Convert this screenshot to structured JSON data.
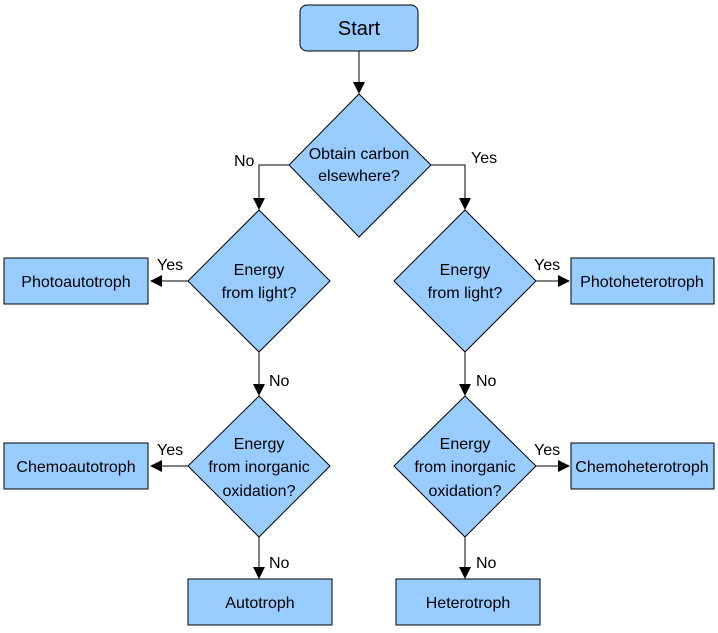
{
  "colors": {
    "node_fill": "#99ccff",
    "stroke": "#000000",
    "background": "#ffffff"
  },
  "nodes": {
    "start": "Start",
    "q_carbon": [
      "Obtain carbon",
      "elsewhere?"
    ],
    "q_light_left": [
      "Energy",
      "from light?"
    ],
    "q_light_right": [
      "Energy",
      "from light?"
    ],
    "q_inorganic_left": [
      "Energy",
      "from inorganic",
      "oxidation?"
    ],
    "q_inorganic_right": [
      "Energy",
      "from inorganic",
      "oxidation?"
    ],
    "photoautotroph": "Photoautotroph",
    "photoheterotroph": "Photoheterotroph",
    "chemoautotroph": "Chemoautotroph",
    "chemoheterotroph": "Chemoheterotroph",
    "autotroph": "Autotroph",
    "heterotroph": "Heterotroph"
  },
  "edges": {
    "carbon_no": "No",
    "carbon_yes": "Yes",
    "light_left_yes": "Yes",
    "light_left_no": "No",
    "light_right_yes": "Yes",
    "light_right_no": "No",
    "inorganic_left_yes": "Yes",
    "inorganic_left_no": "No",
    "inorganic_right_yes": "Yes",
    "inorganic_right_no": "No"
  }
}
